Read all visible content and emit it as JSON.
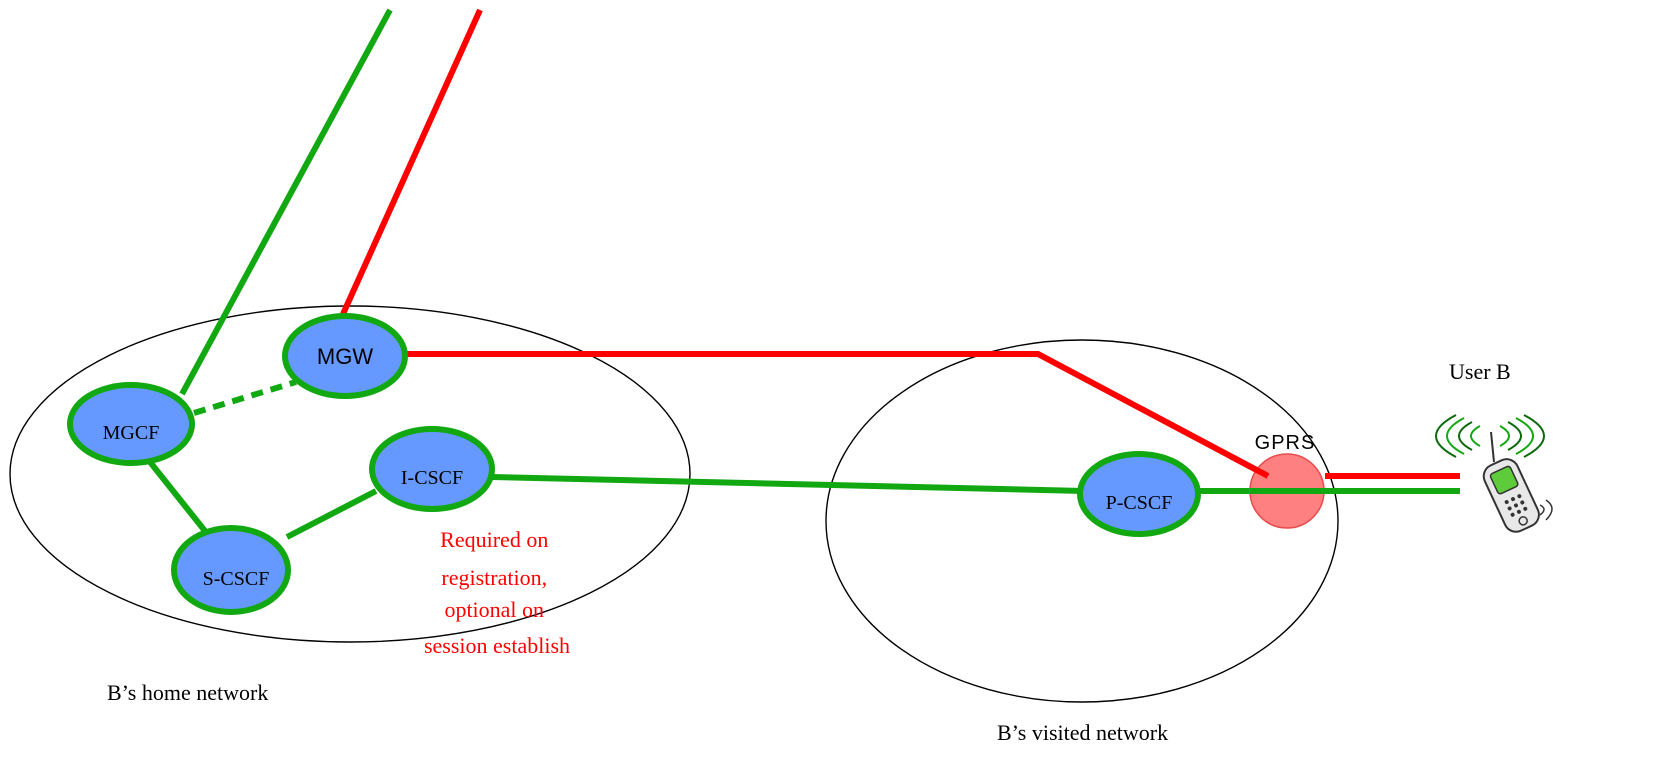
{
  "colors": {
    "signaling": "#11a811",
    "media": "#ff0000",
    "node_fill": "#6699ff",
    "node_border": "#11a811",
    "gprs_fill": "#ff8080",
    "gprs_border": "#e84c4c",
    "network_outline": "#000000",
    "note_text": "#ff0000"
  },
  "networks": {
    "home_label": "B’s home network",
    "visited_label": "B’s visited network"
  },
  "nodes": {
    "mgw": "MGW",
    "mgcf": "MGCF",
    "icscf": "I-CSCF",
    "scscf": "S-CSCF",
    "pcscf": "P-CSCF",
    "gprs": "GPRS"
  },
  "user": {
    "label": "User B",
    "icon": "mobile-phone-icon"
  },
  "note": {
    "lines": [
      "Required on",
      "registration,",
      "optional on",
      "session establish"
    ]
  }
}
